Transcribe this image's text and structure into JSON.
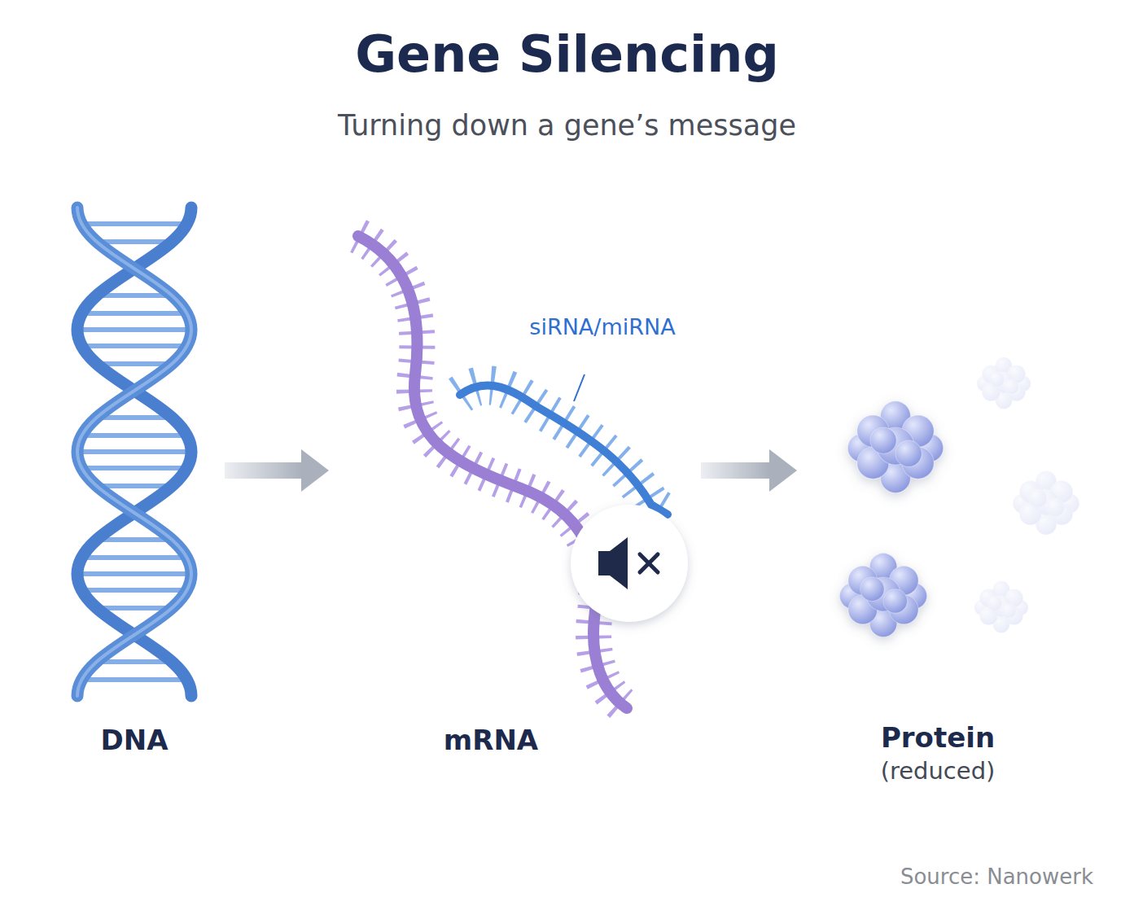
{
  "diagram": {
    "title": "Gene Silencing",
    "caption": "Source: Nanowerk",
    "nodes": [
      {
        "text": [
          "DNA"
        ]
      },
      {
        "text": [
          "mRNA"
        ]
      },
      {
        "text": [
          "Protein",
          "(reduced)"
        ]
      }
    ],
    "edges": [
      {
        "from": 0,
        "to": 1,
        "arrow": "to"
      },
      {
        "from": 1,
        "to": 2,
        "arrow": "to"
      }
    ],
    "labels": [
      "Turning down a gene’s message",
      "siRNA/miRNA"
    ]
  }
}
